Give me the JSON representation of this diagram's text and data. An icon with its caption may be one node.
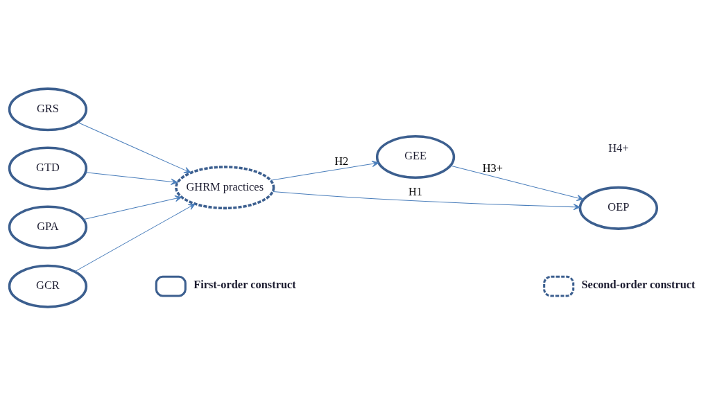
{
  "diagram": {
    "nodes": [
      {
        "text": [
          "GRS"
        ]
      },
      {
        "text": [
          "GTD"
        ]
      },
      {
        "text": [
          "GPA"
        ]
      },
      {
        "text": [
          "GCR"
        ]
      },
      {
        "text": [
          "GHRM practices"
        ]
      },
      {
        "text": [
          "GEE"
        ]
      },
      {
        "text": [
          "OEP"
        ]
      }
    ],
    "edges": [
      {
        "from": 0,
        "to": 4,
        "arrow": "to"
      },
      {
        "from": 1,
        "to": 4,
        "arrow": "to"
      },
      {
        "from": 2,
        "to": 4,
        "arrow": "to"
      },
      {
        "from": 3,
        "to": 4,
        "arrow": "to"
      },
      {
        "from": 4,
        "to": 5,
        "arrow": "to",
        "label": "H2"
      },
      {
        "from": 5,
        "to": 6,
        "arrow": "to",
        "label": "H3+"
      },
      {
        "from": 4,
        "to": 6,
        "arrow": "to",
        "label": "H1"
      }
    ],
    "labels": [
      "H4+"
    ],
    "legend": [
      {
        "text": "First-order construct"
      },
      {
        "text": "Second-order construct"
      }
    ]
  }
}
